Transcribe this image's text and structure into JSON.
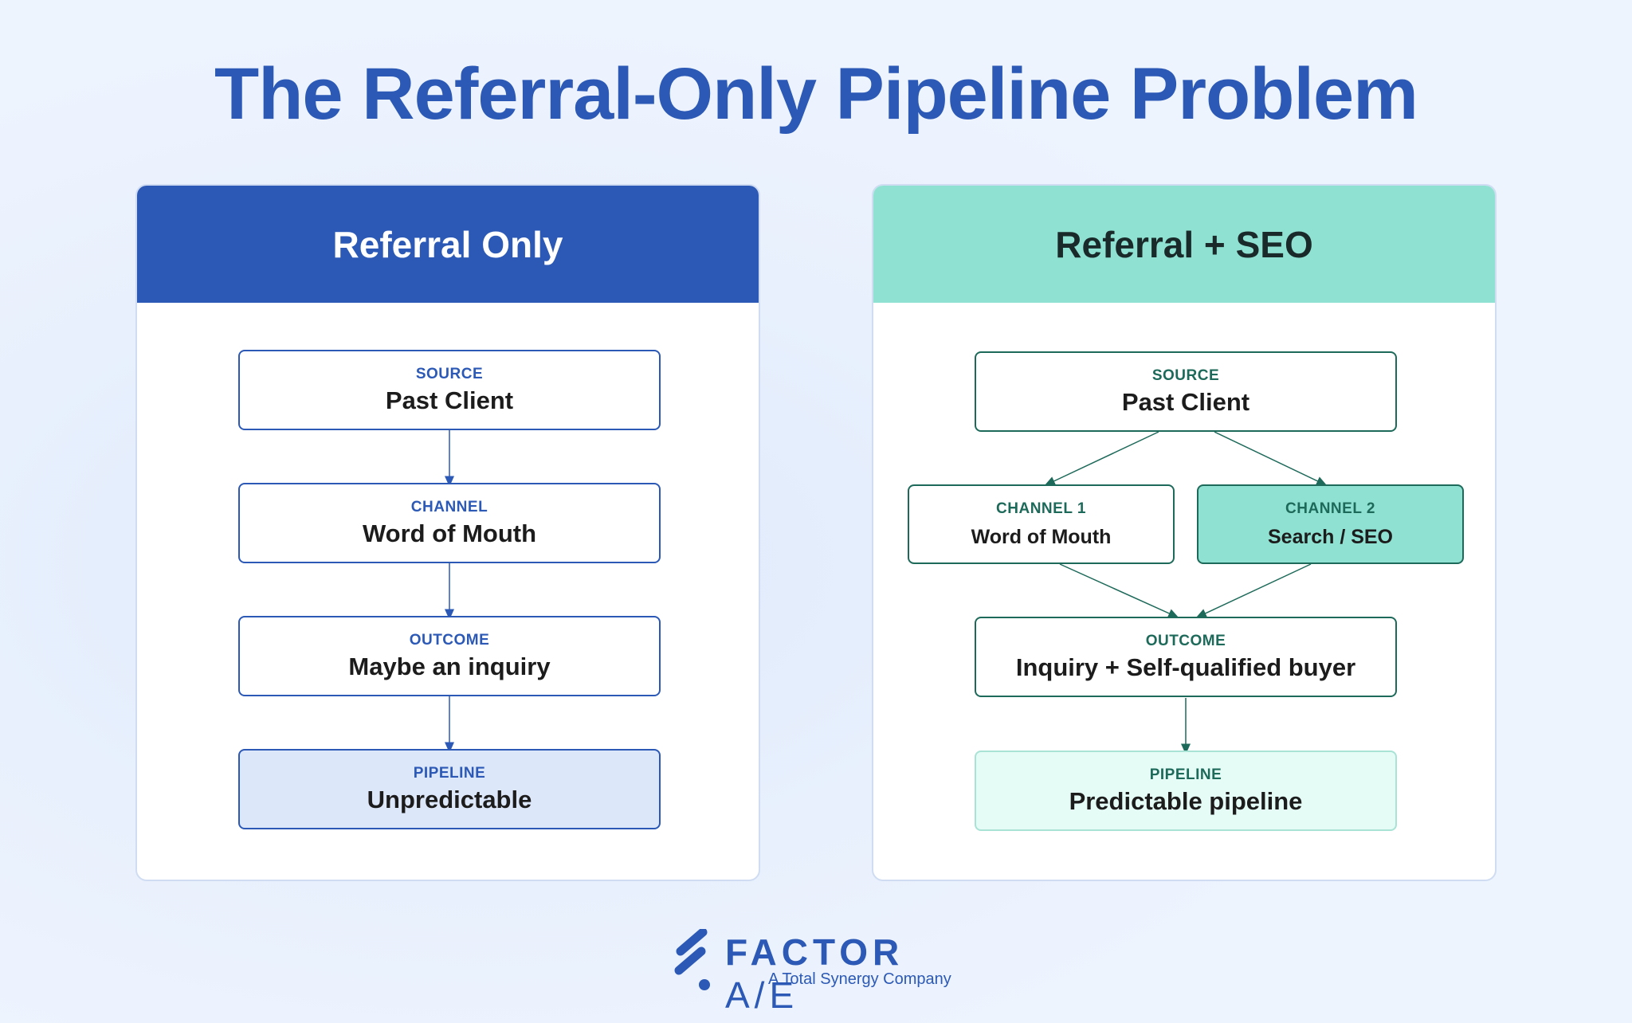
{
  "title": "The Referral-Only Pipeline Problem",
  "left": {
    "header": "Referral Only",
    "source": {
      "label": "SOURCE",
      "value": "Past Client"
    },
    "channel": {
      "label": "CHANNEL",
      "value": "Word of Mouth"
    },
    "outcome": {
      "label": "OUTCOME",
      "value": "Maybe an inquiry"
    },
    "pipeline": {
      "label": "PIPELINE",
      "value": "Unpredictable"
    }
  },
  "right": {
    "header": "Referral + SEO",
    "source": {
      "label": "SOURCE",
      "value": "Past Client"
    },
    "channel1": {
      "label": "CHANNEL 1",
      "value": "Word of Mouth"
    },
    "channel2": {
      "label": "CHANNEL 2",
      "value": "Search / SEO"
    },
    "outcome": {
      "label": "OUTCOME",
      "value": "Inquiry + Self-qualified buyer"
    },
    "pipeline": {
      "label": "PIPELINE",
      "value": "Predictable pipeline"
    }
  },
  "logo": {
    "name_bold": "FACTOR",
    "name_rest": "A/E",
    "tagline": "A Total Synergy Company"
  },
  "colors": {
    "primary_blue": "#2b59b5",
    "mint": "#8fe2d2",
    "dark_green": "#1e6a5a"
  }
}
